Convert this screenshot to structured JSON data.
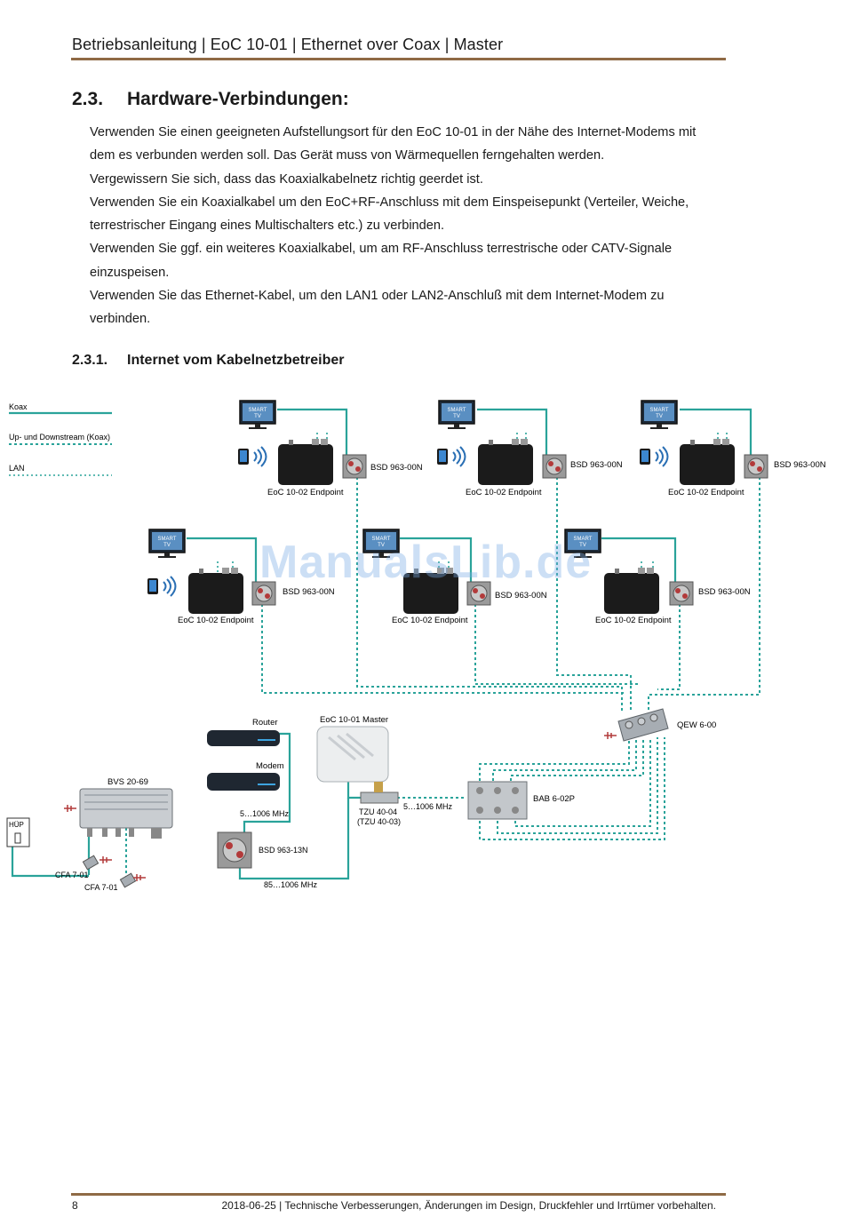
{
  "header": {
    "title": "Betriebsanleitung | EoC 10-01 | Ethernet over Coax | Master"
  },
  "section": {
    "number": "2.3.",
    "title": "Hardware-Verbindungen:",
    "paragraphs": [
      "Verwenden Sie einen geeigneten Aufstellungsort für den EoC 10-01 in der Nähe des Internet-Modems mit dem es verbunden werden soll.  Das Gerät muss von Wärmequellen ferngehalten werden.",
      "Vergewissern Sie sich, dass das Koaxialkabelnetz richtig geerdet ist.",
      "Verwenden Sie ein Koaxialkabel um den EoC+RF-Anschluss mit dem Einspeisepunkt (Verteiler, Weiche, terrestrischer Eingang eines Multischalters etc.) zu verbinden.",
      "Verwenden Sie ggf. ein weiteres Koaxialkabel, um am RF-Anschluss terrestrische oder CATV-Signale einzuspeisen.",
      "Verwenden Sie das Ethernet-Kabel, um den LAN1 oder LAN2-Anschluß mit dem Internet-Modem zu verbinden."
    ]
  },
  "subsection": {
    "number": "2.3.1.",
    "title": "Internet vom Kabelnetzbetreiber"
  },
  "diagram": {
    "legend": {
      "koax": "Koax",
      "updown": "Up- und Downstream (Koax)",
      "lan": "LAN"
    },
    "smart_tv": {
      "line1": "SMART",
      "line2": "TV"
    },
    "endpoint_label": "EoC 10-02 Endpoint",
    "socket_label": "BSD 963-00N",
    "router_label": "Router",
    "modem_label": "Modem",
    "master_label": "EoC 10-01 Master",
    "qew_label": "QEW 6-00",
    "bab_label": "BAB 6-02P",
    "tzu_label_1": "TZU 40-04",
    "tzu_label_2": "(TZU 40-03)",
    "freq_tzu": "5…1006 MHz",
    "freq_modem": "5…1006 MHz",
    "bsd13_label": "BSD 963-13N",
    "freq_bottom": "85…1006 MHz",
    "bvs_label": "BVS 20-69",
    "hup_label": "HÜP",
    "cfa1_label": "CFA 7-01",
    "cfa2_label": "CFA 7-01",
    "colors": {
      "coax": "#2aa39a",
      "cable": "#2aa39a",
      "device": "#1c1c1c",
      "accent": "#8f6a45"
    }
  },
  "watermark": "ManualsLib.de",
  "footer": {
    "page_number": "8",
    "note": "2018-06-25 | Technische Verbesserungen, Änderungen im Design, Druckfehler und Irrtümer vorbehalten."
  }
}
